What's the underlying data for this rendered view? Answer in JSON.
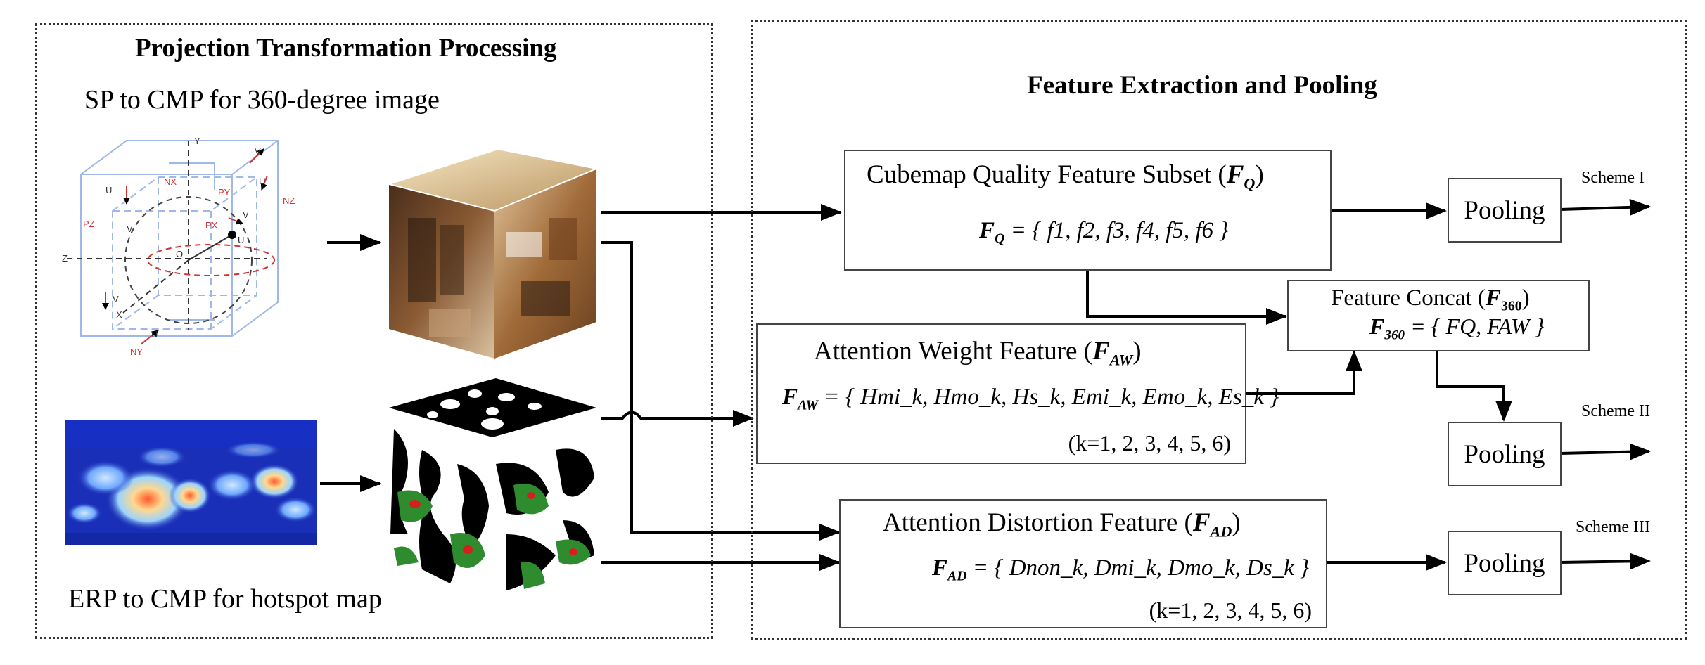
{
  "left_panel": {
    "title": "Projection Transformation Processing",
    "caption_top": "SP to CMP for 360-degree image",
    "caption_bottom": "ERP to CMP for hotspot map",
    "sphere_labels": [
      "Y",
      "Z",
      "X",
      "NX",
      "PY",
      "PZ",
      "NZ",
      "NY",
      "PX",
      "O",
      "V",
      "U",
      "U",
      "V",
      "U",
      "V",
      "V",
      "U"
    ]
  },
  "right_panel": {
    "title": "Feature Extraction and Pooling"
  },
  "boxes": {
    "cubemap": {
      "title": "Cubemap Quality Feature Subset (",
      "symbol": "F",
      "sub": "Q",
      "close": ")",
      "formula": "= { f1, f2, f3, f4, f5, f6 }"
    },
    "concat": {
      "title": "Feature Concat (",
      "symbol": "F",
      "sub": "360",
      "close": ")",
      "formula": "= { FQ, FAW }"
    },
    "attention_weight": {
      "title": "Attention Weight Feature (",
      "symbol": "F",
      "sub": "AW",
      "close": ")",
      "formula": "= { Hmi_k, Hmo_k, Hs_k, Emi_k, Emo_k, Es_k }",
      "k_range": "(k=1, 2, 3, 4, 5, 6)"
    },
    "attention_distortion": {
      "title": "Attention Distortion Feature (",
      "symbol": "F",
      "sub": "AD",
      "close": ")",
      "formula": "= { Dnon_k, Dmi_k, Dmo_k, Ds_k }",
      "k_range": "(k=1, 2, 3, 4, 5, 6)"
    }
  },
  "pooling": {
    "label": "Pooling",
    "schemes": [
      "Scheme I",
      "Scheme II",
      "Scheme III"
    ]
  },
  "colors": {
    "heatmap_bg": "#1a2fb8",
    "cube_green": "#2e8b2e",
    "cube_red": "#d42020",
    "sphere_blue": "#9fb8e6",
    "label_red": "#d43030"
  }
}
